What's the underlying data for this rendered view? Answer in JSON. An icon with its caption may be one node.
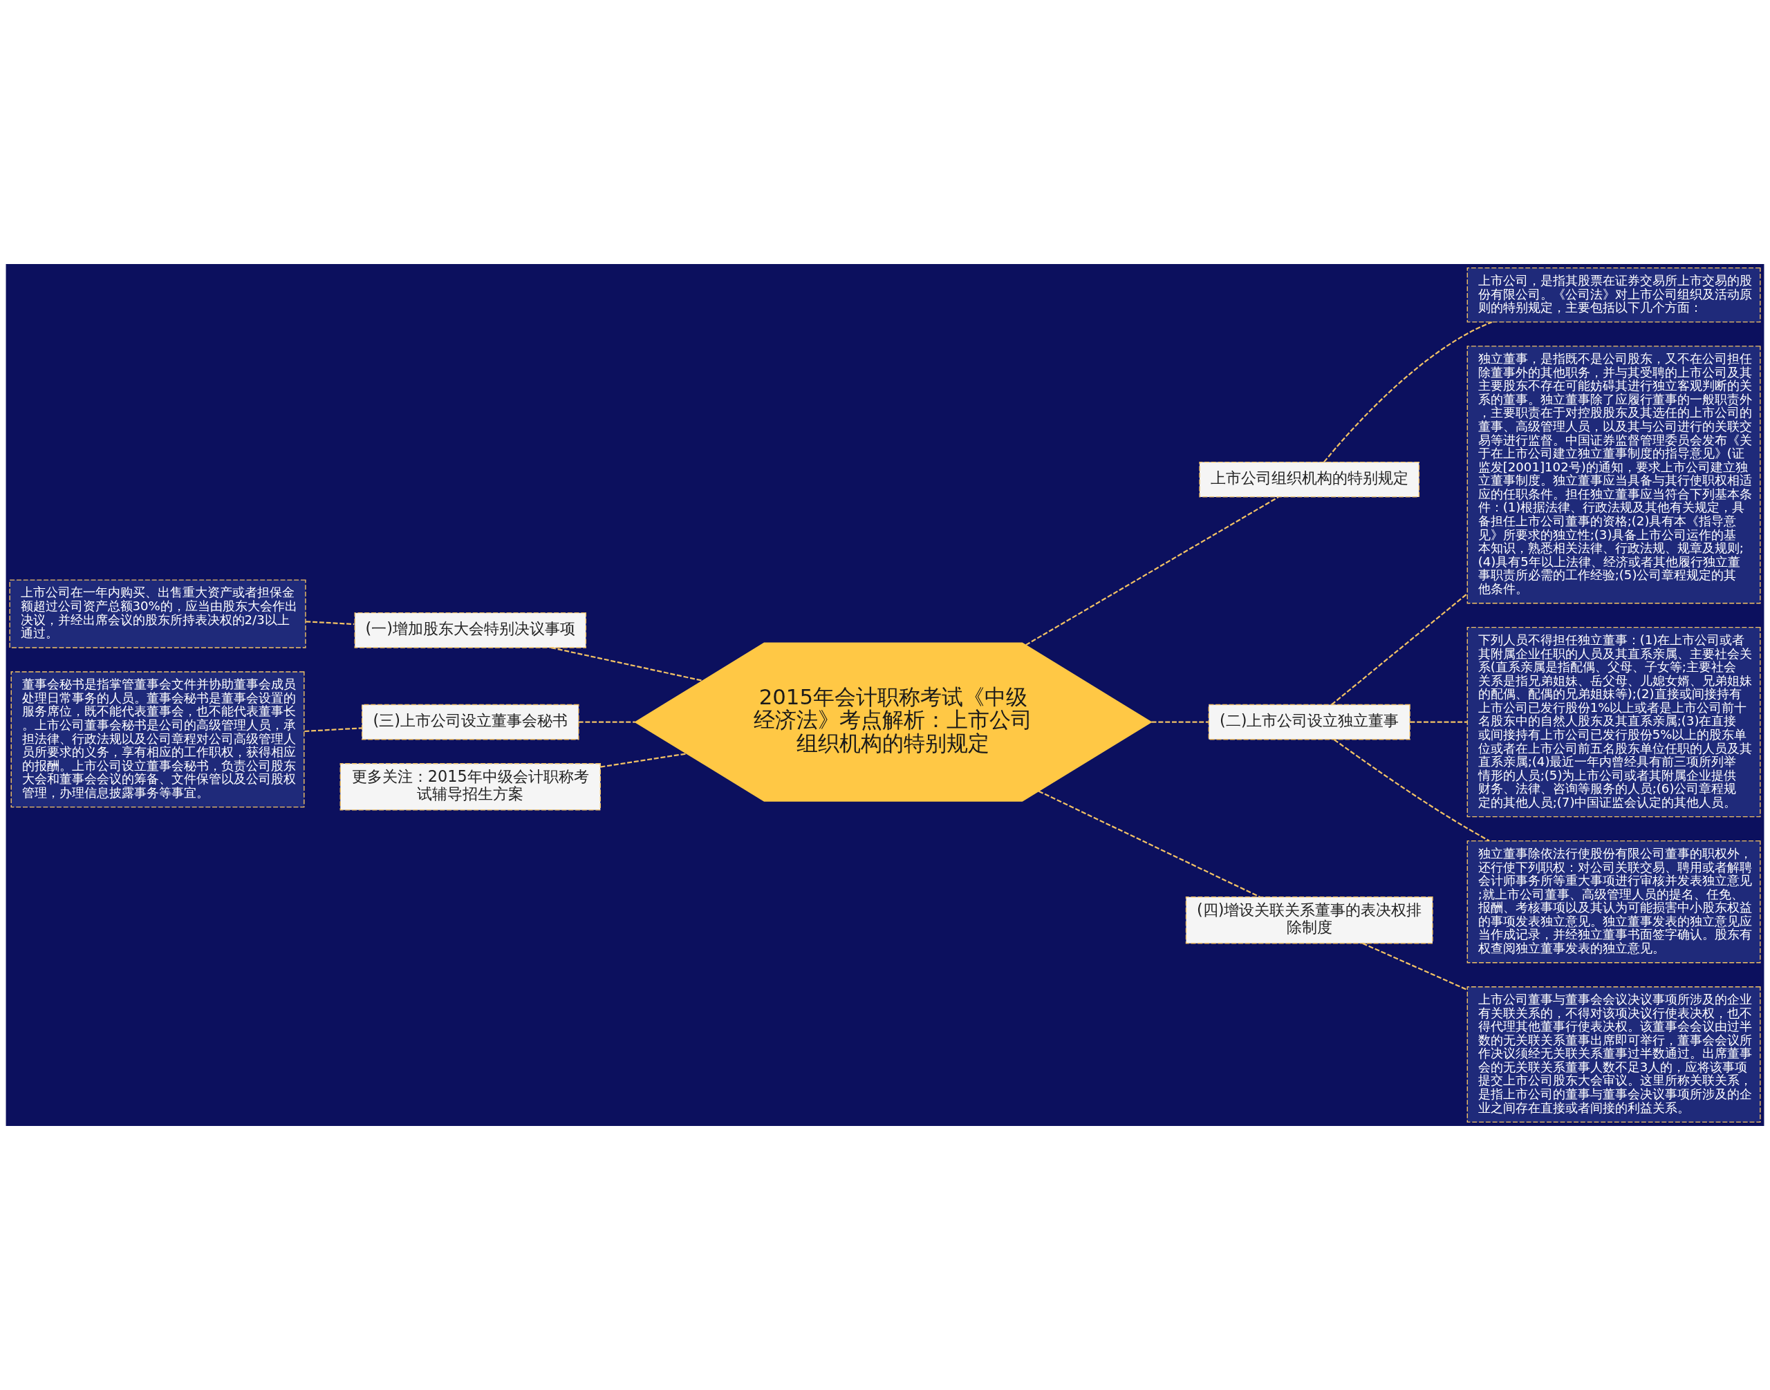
{
  "diagram": {
    "nodes": [
      {
        "text": [
          "2015年会计职称考试《中级经济法》考点解析：上市公司组织机构的特别规定"
        ]
      },
      {
        "text": [
          "上市公司组织机构的特别规定"
        ]
      },
      {
        "text": [
          "上市公司，是指其股票在证券交易所上市交易的股份有限公司。《公司法》对上市公司组织及活动原则的特别规定，主要包括以下几个方面："
        ]
      },
      {
        "text": [
          "(二)上市公司设立独立董事"
        ]
      },
      {
        "text": [
          "独立董事，是指既不是公司股东，又不在公司担任除董事外的其他职务，并与其受聘的上市公司及其主要股东不存在可能妨碍其进行独立客观判断的关系的董事。独立董事除了应履行董事的一般职责外，主要职责在于对控股股东及其选任的上市公司的董事、高级管理人员，以及其与公司进行的关联交易等进行监督。中国证券监督管理委员会发布《关于在上市公司建立独立董事制度的指导意见》(证监发[2001]102号)的通知，要求上市公司建立独立董事制度。独立董事应当具备与其行使职权相适应的任职条件。担任独立董事应当符合下列基本条件：(1)根据法律、行政法规及其他有关规定，具备担任上市公司董事的资格;(2)具有本《指导意见》所要求的独立性;(3)具备上市公司运作的基本知识，熟悉相关法律、行政法规、规章及规则;(4)具有5年以上法律、经济或者其他履行独立董事职责所必需的工作经验;(5)公司章程规定的其他条件。"
        ]
      },
      {
        "text": [
          "下列人员不得担任独立董事：(1)在上市公司或者其附属企业任职的人员及其直系亲属、主要社会关系(直系亲属是指配偶、父母、子女等;主要社会关系是指兄弟姐妹、岳父母、儿媳女婿、兄弟姐妹的配偶、配偶的兄弟姐妹等);(2)直接或间接持有上市公司已发行股份1%以上或者是上市公司前十名股东中的自然人股东及其直系亲属;(3)在直接或间接持有上市公司已发行股份5%以上的股东单位或者在上市公司前五名股东单位任职的人员及其直系亲属;(4)最近一年内曾经具有前三项所列举情形的人员;(5)为上市公司或者其附属企业提供财务、法律、咨询等服务的人员;(6)公司章程规定的其他人员;(7)中国证监会认定的其他人员。"
        ]
      },
      {
        "text": [
          "独立董事除依法行使股份有限公司董事的职权外，还行使下列职权：对公司关联交易、聘用或者解聘会计师事务所等重大事项进行审核并发表独立意见;就上市公司董事、高级管理人员的提名、任免、报酬、考核事项以及其认为可能损害中小股东权益的事项发表独立意见。独立董事发表的独立意见应当作成记录，并经独立董事书面签字确认。股东有权查阅独立董事发表的独立意见。"
        ]
      },
      {
        "text": [
          "(四)增设关联关系董事的表决权排除制度"
        ]
      },
      {
        "text": [
          "上市公司董事与董事会会议决议事项所涉及的企业有关联关系的，不得对该项决议行使表决权，也不得代理其他董事行使表决权。该董事会会议由过半数的无关联关系董事出席即可举行，董事会会议所作决议须经无关联关系董事过半数通过。出席董事会的无关联关系董事人数不足3人的，应将该事项提交上市公司股东大会审议。这里所称关联关系，是指上市公司的董事与董事会决议事项所涉及的企业之间存在直接或者间接的利益关系。"
        ]
      },
      {
        "text": [
          "(一)增加股东大会特别决议事项"
        ]
      },
      {
        "text": [
          "上市公司在一年内购买、出售重大资产或者担保金额超过公司资产总额30%的，应当由股东大会作出决议，并经出席会议的股东所持表决权的2/3以上通过。"
        ]
      },
      {
        "text": [
          "(三)上市公司设立董事会秘书"
        ]
      },
      {
        "text": [
          "董事会秘书是指掌管董事会文件并协助董事会成员处理日常事务的人员。董事会秘书是董事会设置的服务席位，既不能代表董事会，也不能代表董事长。上市公司董事会秘书是公司的高级管理人员，承担法律、行政法规以及公司章程对公司高级管理人员所要求的义务，享有相应的工作职权，获得相应的报酬。上市公司设立董事会秘书，负责公司股东大会和董事会会议的筹备、文件保管以及公司股权管理，办理信息披露事务等事宜。"
        ]
      },
      {
        "text": [
          "更多关注：2015年中级会计职称考试辅导招生方案"
        ]
      }
    ],
    "edges": [
      {
        "from": 0,
        "to": 1,
        "arrow": "none",
        "style": "dashed"
      },
      {
        "from": 1,
        "to": 2,
        "arrow": "none",
        "style": "dashed"
      },
      {
        "from": 0,
        "to": 3,
        "arrow": "none",
        "style": "dashed"
      },
      {
        "from": 3,
        "to": 4,
        "arrow": "none",
        "style": "dashed"
      },
      {
        "from": 3,
        "to": 5,
        "arrow": "none",
        "style": "dashed"
      },
      {
        "from": 3,
        "to": 6,
        "arrow": "none",
        "style": "dashed"
      },
      {
        "from": 0,
        "to": 7,
        "arrow": "none",
        "style": "dashed"
      },
      {
        "from": 7,
        "to": 8,
        "arrow": "none",
        "style": "dashed"
      },
      {
        "from": 9,
        "to": 0,
        "arrow": "none",
        "style": "dashed"
      },
      {
        "from": 10,
        "to": 9,
        "arrow": "none",
        "style": "dashed"
      },
      {
        "from": 11,
        "to": 0,
        "arrow": "none",
        "style": "dashed"
      },
      {
        "from": 12,
        "to": 11,
        "arrow": "none",
        "style": "dashed"
      },
      {
        "from": 13,
        "to": 0,
        "arrow": "none",
        "style": "dashed"
      }
    ]
  }
}
